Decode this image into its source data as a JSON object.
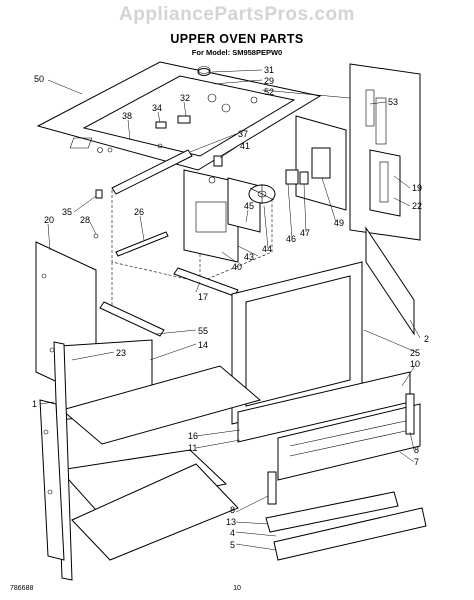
{
  "watermark": "AppliancePartsPros.com",
  "title": "UPPER OVEN PARTS",
  "model_line": "For Model: SM958PEPW0",
  "figure_number": "786688",
  "page_number": "10",
  "callouts": {
    "c50": "50",
    "c31": "31",
    "c29": "29",
    "c52": "52",
    "c32": "32",
    "c34": "34",
    "c38": "38",
    "c53": "53",
    "c37": "37",
    "c41": "41",
    "c35": "35",
    "c26": "26",
    "c28": "28",
    "c20": "20",
    "c19": "19",
    "c22": "22",
    "c45": "45",
    "c44": "44",
    "c46": "46",
    "c47": "47",
    "c49": "49",
    "c43": "43",
    "c40": "40",
    "c17": "17",
    "c55": "55",
    "c14": "14",
    "c23": "23",
    "c2": "2",
    "c25": "25",
    "c10": "10",
    "c1": "1",
    "c16": "16",
    "c11": "11",
    "c8a": "8",
    "c7": "7",
    "c8b": "8",
    "c13": "13",
    "c4": "4",
    "c5": "5"
  }
}
